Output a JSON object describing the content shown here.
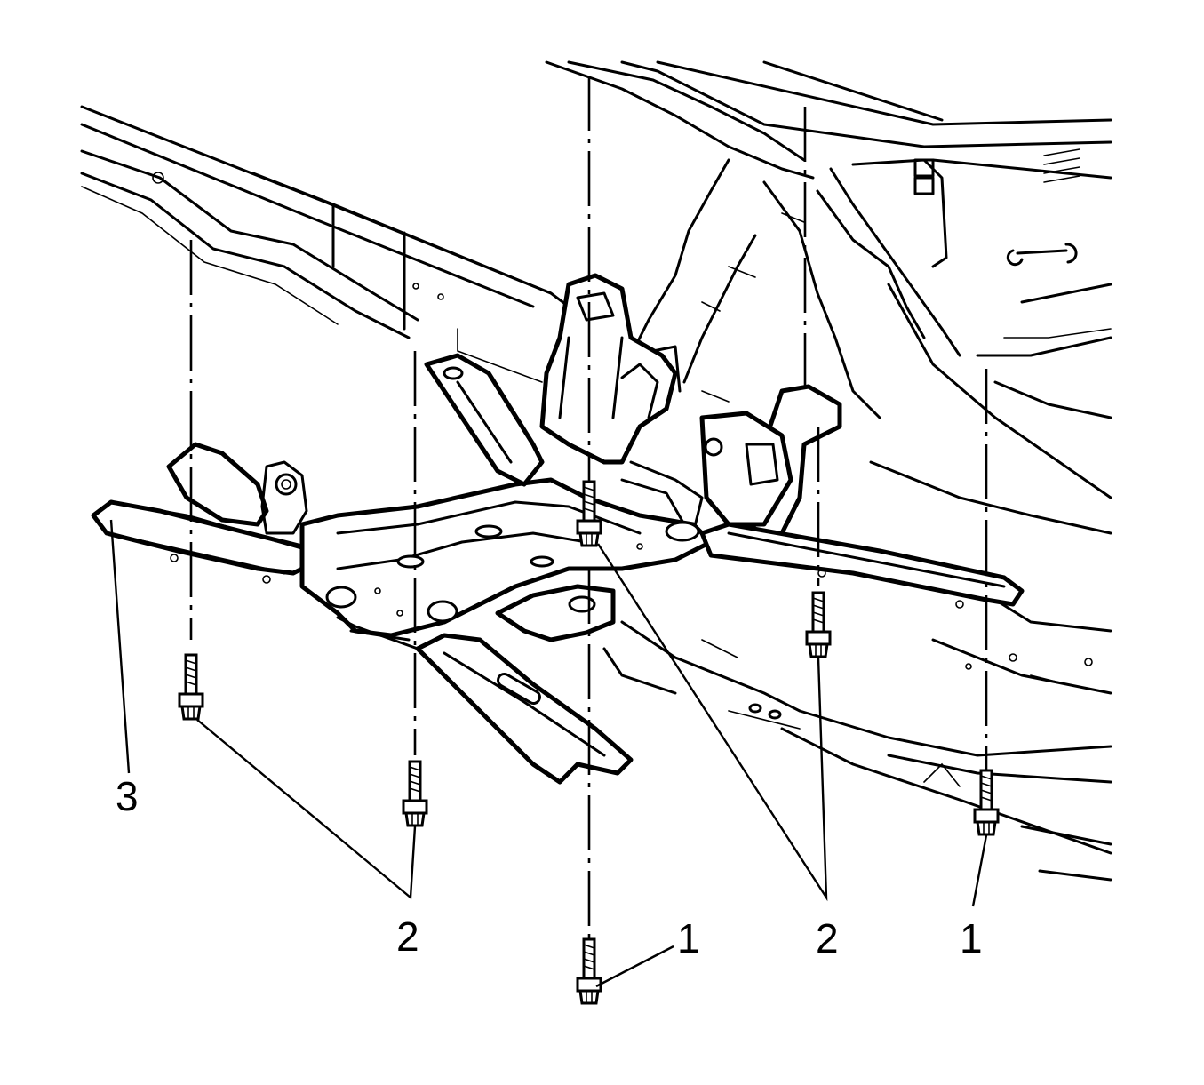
{
  "callouts": [
    {
      "id": "c1a",
      "text": "1"
    },
    {
      "id": "c1b",
      "text": "1"
    },
    {
      "id": "c2a",
      "text": "2"
    },
    {
      "id": "c2b",
      "text": "2"
    },
    {
      "id": "c3",
      "text": "3"
    }
  ],
  "colors": {
    "ink": "#000000",
    "paper": "#ffffff"
  },
  "icons": {
    "bolt": "flange-bolt-icon"
  }
}
